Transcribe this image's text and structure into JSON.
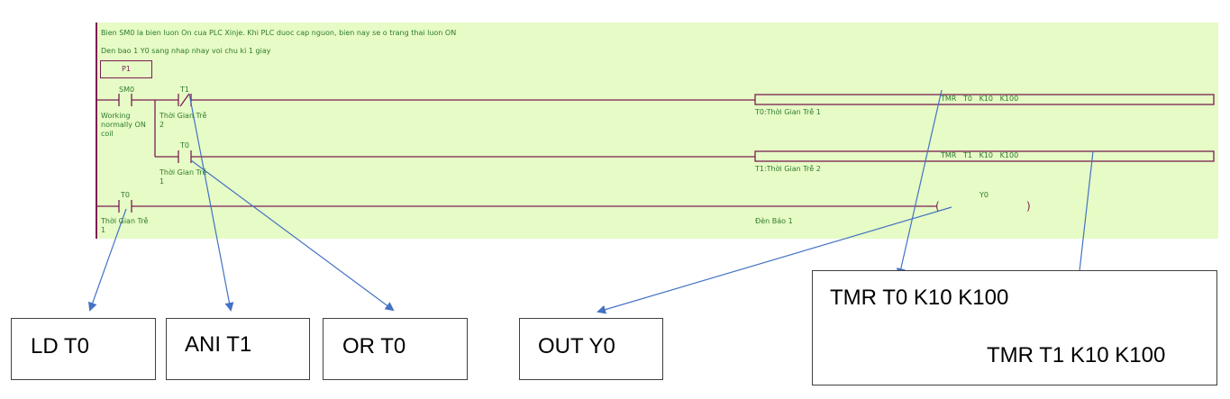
{
  "comments": {
    "line1": "Bien SM0 la bien luon On cua PLC Xinje. Khi PLC duoc cap nguon, bien nay se o trang thai luon ON",
    "line2": "Den bao 1 Y0 sang nhap nhay voi chu ki 1 giay"
  },
  "program_block": "P1",
  "rung1": {
    "contact_sm0": {
      "name": "SM0",
      "comment_1": "Working",
      "comment_2": "normally ON",
      "comment_3": "coil"
    },
    "contact_t1": {
      "name": "T1",
      "comment_1": "Thời Gian Trễ",
      "comment_2": "2"
    },
    "timer_instruction": "TMR   T0   K10   K100",
    "timer_comment": "T0:Thời Gian Trễ 1"
  },
  "rung1_branch": {
    "contact_t0": {
      "name": "T0",
      "comment_1": "Thời Gian Trễ",
      "comment_2": "1"
    },
    "timer_instruction": "TMR   T1   K10   K100",
    "timer_comment": "T1:Thời Gian Trễ 2"
  },
  "rung2": {
    "contact_t0": {
      "name": "T0",
      "comment_1": "Thời Gian Trễ",
      "comment_2": "1"
    },
    "coil_name": "Y0",
    "coil_left": "(",
    "coil_right": ")",
    "coil_comment": "Đèn Báo 1"
  },
  "instruction_labels": {
    "ld": "LD T0",
    "ani": "ANI T1",
    "or": "OR T0",
    "out": "OUT Y0",
    "tmr_t0": "TMR T0 K10 K100",
    "tmr_t1": "TMR T1 K10 K100"
  },
  "colors": {
    "ladder_bg": "#e6fbc6",
    "rung_line": "#7a1f52",
    "comment_text": "#2f7a2f",
    "arrow": "#4472c4"
  }
}
